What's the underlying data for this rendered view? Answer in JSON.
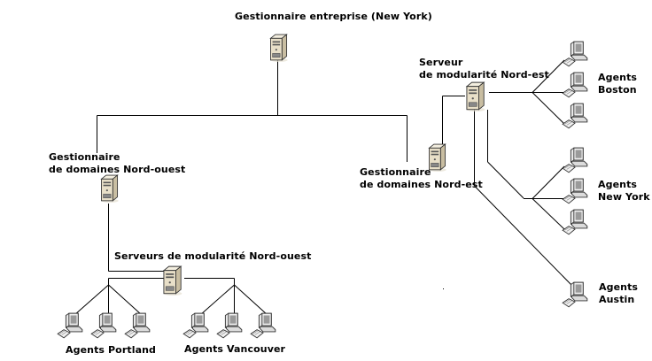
{
  "diagram": {
    "title": "Gestionnaire entreprise (New York)",
    "nodes": {
      "enterprise_manager": {
        "label": "Gestionnaire entreprise (New York)",
        "icon": "server-icon"
      },
      "domain_manager_nw": {
        "label_line1": "Gestionnaire",
        "label_line2": "de domaines Nord-ouest",
        "icon": "server-icon"
      },
      "domain_manager_ne": {
        "label_line1": "Gestionnaire",
        "label_line2": "de domaines Nord-est",
        "icon": "server-icon"
      },
      "scalability_servers_nw": {
        "label": "Serveurs de modularité Nord-ouest",
        "icon": "server-icon"
      },
      "scalability_server_ne": {
        "label_line1": "Serveur",
        "label_line2": "de modularité Nord-est",
        "icon": "server-icon"
      }
    },
    "agent_groups": [
      {
        "id": "portland",
        "label": "Agents Portland",
        "count": 3,
        "icon": "workstation-icon"
      },
      {
        "id": "vancouver",
        "label": "Agents Vancouver",
        "count": 3,
        "icon": "workstation-icon"
      },
      {
        "id": "boston",
        "label_line1": "Agents",
        "label_line2": "Boston",
        "count": 3,
        "icon": "workstation-icon"
      },
      {
        "id": "newyork",
        "label_line1": "Agents",
        "label_line2": "New York",
        "count": 3,
        "icon": "workstation-icon"
      },
      {
        "id": "austin",
        "label_line1": "Agents",
        "label_line2": "Austin",
        "count": 1,
        "icon": "workstation-icon"
      }
    ],
    "colors": {
      "line": "#000000",
      "server_body": "#e8dfc8",
      "server_dark": "#3a3a3a",
      "monitor": "#f0f0f0"
    }
  }
}
